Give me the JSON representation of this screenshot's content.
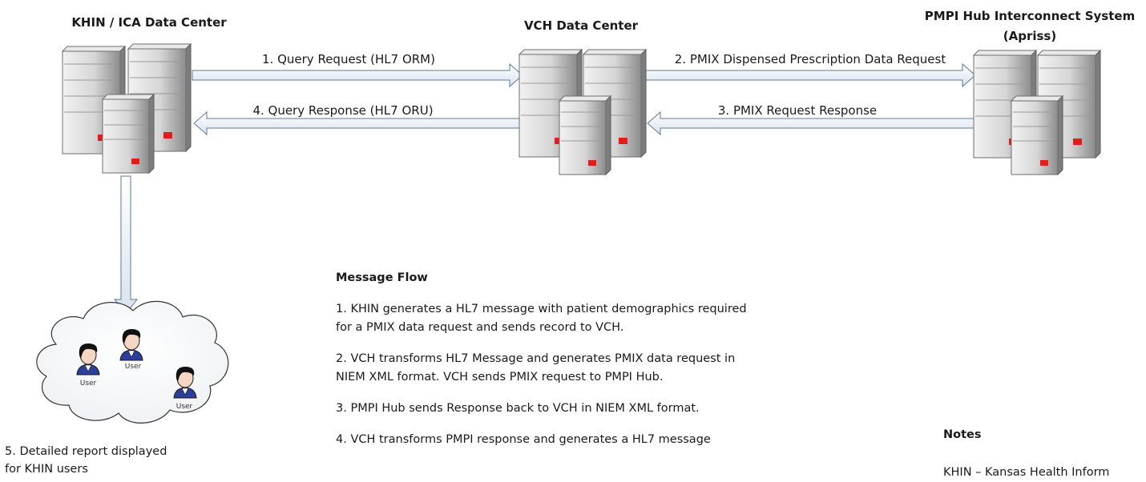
{
  "titles": {
    "left": "KHIN / ICA Data Center",
    "middle": "VCH Data Center",
    "right_line1": "PMPI Hub Interconnect System",
    "right_line2": "(Apriss)"
  },
  "arrows": {
    "a1": "1. Query Request (HL7 ORM)",
    "a2": "2. PMIX Dispensed Prescription Data Request",
    "a3": "3. PMIX Request Response",
    "a4": "4. Query Response (HL7 ORU)"
  },
  "users": {
    "label": "User"
  },
  "caption": {
    "line1": "5.  Detailed report displayed",
    "line2": "for KHIN users"
  },
  "message_flow": {
    "heading": "Message Flow",
    "step1_l1": "1. KHIN generates a HL7 message with patient demographics required",
    "step1_l2": "for a PMIX data request and sends record to VCH.",
    "step2_l1": "2. VCH transforms HL7 Message and generates PMIX data request in",
    "step2_l2": "NIEM XML format.  VCH sends PMIX request to PMPI Hub.",
    "step3_l1": "3. PMPI Hub sends Response back to VCH in NIEM XML format.",
    "step4_l1": "4. VCH transforms PMPI response and generates a HL7 message"
  },
  "notes": {
    "heading": "Notes",
    "line1": "KHIN – Kansas Health Inform"
  }
}
